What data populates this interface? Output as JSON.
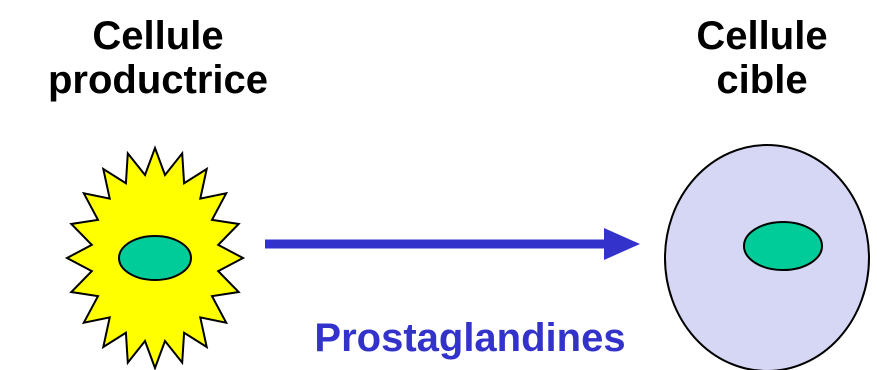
{
  "producer_cell": {
    "label_line1": "Cellule",
    "label_line2": "productrice"
  },
  "target_cell": {
    "label_line1": "Cellule",
    "label_line2": "cible"
  },
  "mediator": {
    "label": "Prostaglandines"
  },
  "colors": {
    "producer_fill": "#ffff00",
    "nucleus_fill": "#00cc99",
    "target_fill": "#d6d6f5",
    "arrow": "#3333cc",
    "mediator_text": "#3333cc",
    "outline": "#000000"
  }
}
